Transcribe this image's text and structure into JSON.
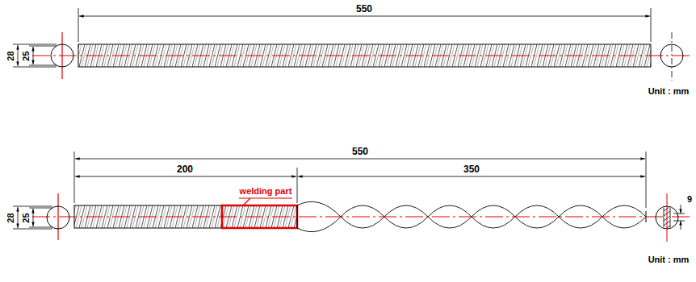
{
  "diagram": {
    "labels": [
      "550",
      "28",
      "25",
      "Unit : mm",
      "550",
      "200",
      "350",
      "welding part",
      "28",
      "25",
      "9",
      "Unit : mm"
    ]
  }
}
